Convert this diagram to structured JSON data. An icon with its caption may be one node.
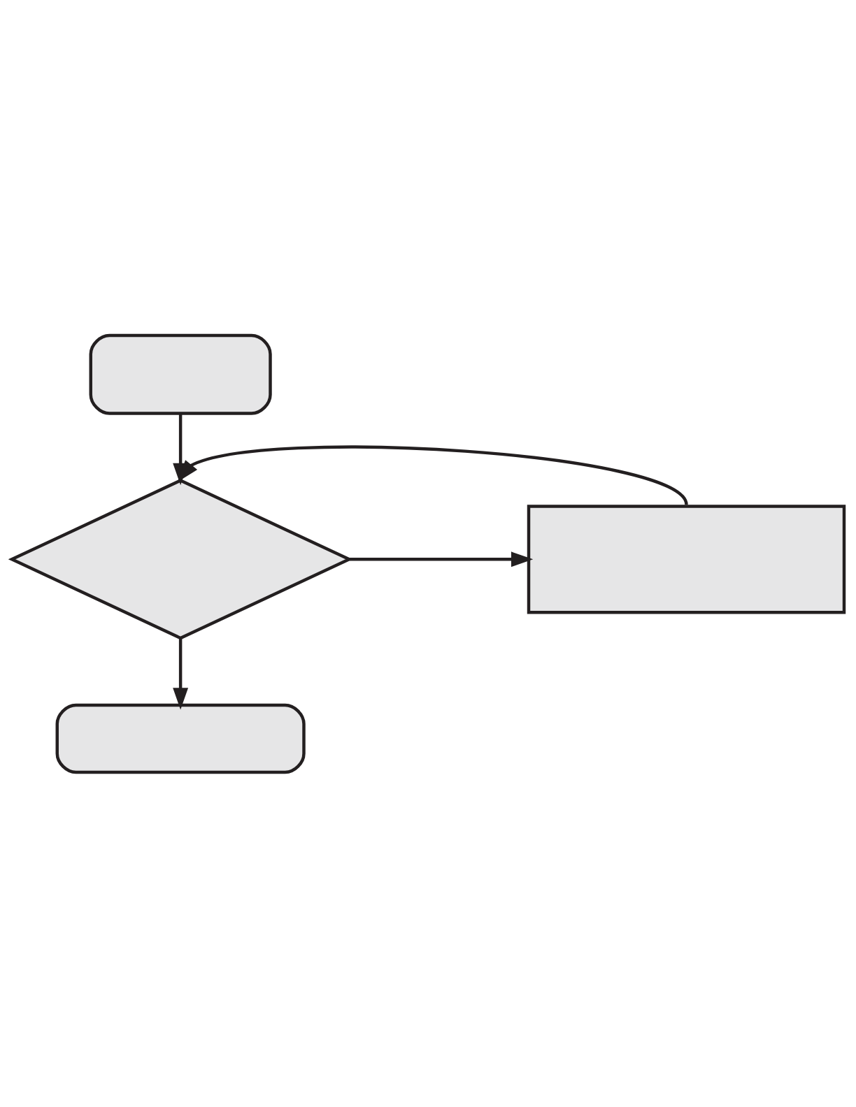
{
  "diagram": {
    "nodes": [
      {
        "text": [],
        "shape": "box"
      },
      {
        "text": [],
        "shape": "diamond"
      },
      {
        "text": [],
        "shape": "box"
      },
      {
        "text": [],
        "shape": "box"
      }
    ],
    "edges": [
      {
        "from": 0,
        "to": 1,
        "arrow": "to"
      },
      {
        "from": 1,
        "to": 2,
        "arrow": "to"
      },
      {
        "from": 2,
        "to": 1,
        "arrow": "to"
      },
      {
        "from": 1,
        "to": 3,
        "arrow": "to"
      }
    ]
  }
}
